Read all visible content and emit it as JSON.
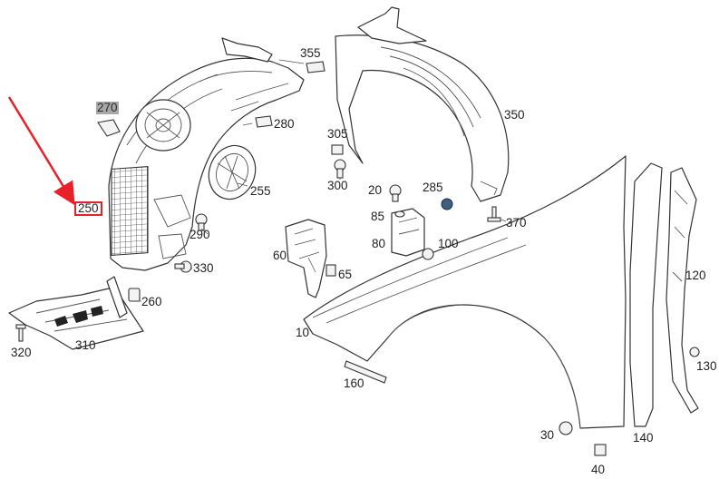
{
  "diagram": {
    "highlight_color": "#e8202a",
    "parts": [
      {
        "id": "p250",
        "number": "250",
        "style": "boxed"
      },
      {
        "id": "p270",
        "number": "270",
        "style": "grey"
      },
      {
        "id": "p280",
        "number": "280",
        "style": "plain"
      },
      {
        "id": "p255",
        "number": "255",
        "style": "plain"
      },
      {
        "id": "p290",
        "number": "290",
        "style": "plain"
      },
      {
        "id": "p330",
        "number": "330",
        "style": "plain"
      },
      {
        "id": "p260",
        "number": "260",
        "style": "plain"
      },
      {
        "id": "p310",
        "number": "310",
        "style": "plain"
      },
      {
        "id": "p320",
        "number": "320",
        "style": "plain"
      },
      {
        "id": "p355",
        "number": "355",
        "style": "plain"
      },
      {
        "id": "p350",
        "number": "350",
        "style": "plain"
      },
      {
        "id": "p305",
        "number": "305",
        "style": "plain"
      },
      {
        "id": "p300",
        "number": "300",
        "style": "plain"
      },
      {
        "id": "p20",
        "number": "20",
        "style": "plain"
      },
      {
        "id": "p285",
        "number": "285",
        "style": "plain"
      },
      {
        "id": "p370",
        "number": "370",
        "style": "plain"
      },
      {
        "id": "p85",
        "number": "85",
        "style": "plain"
      },
      {
        "id": "p80",
        "number": "80",
        "style": "plain"
      },
      {
        "id": "p100",
        "number": "100",
        "style": "plain"
      },
      {
        "id": "p60",
        "number": "60",
        "style": "plain"
      },
      {
        "id": "p65",
        "number": "65",
        "style": "plain"
      },
      {
        "id": "p10",
        "number": "10",
        "style": "plain"
      },
      {
        "id": "p120",
        "number": "120",
        "style": "plain"
      },
      {
        "id": "p130",
        "number": "130",
        "style": "plain"
      },
      {
        "id": "p160",
        "number": "160",
        "style": "plain"
      },
      {
        "id": "p30",
        "number": "30",
        "style": "plain"
      },
      {
        "id": "p140",
        "number": "140",
        "style": "plain"
      },
      {
        "id": "p40",
        "number": "40",
        "style": "plain"
      }
    ]
  }
}
